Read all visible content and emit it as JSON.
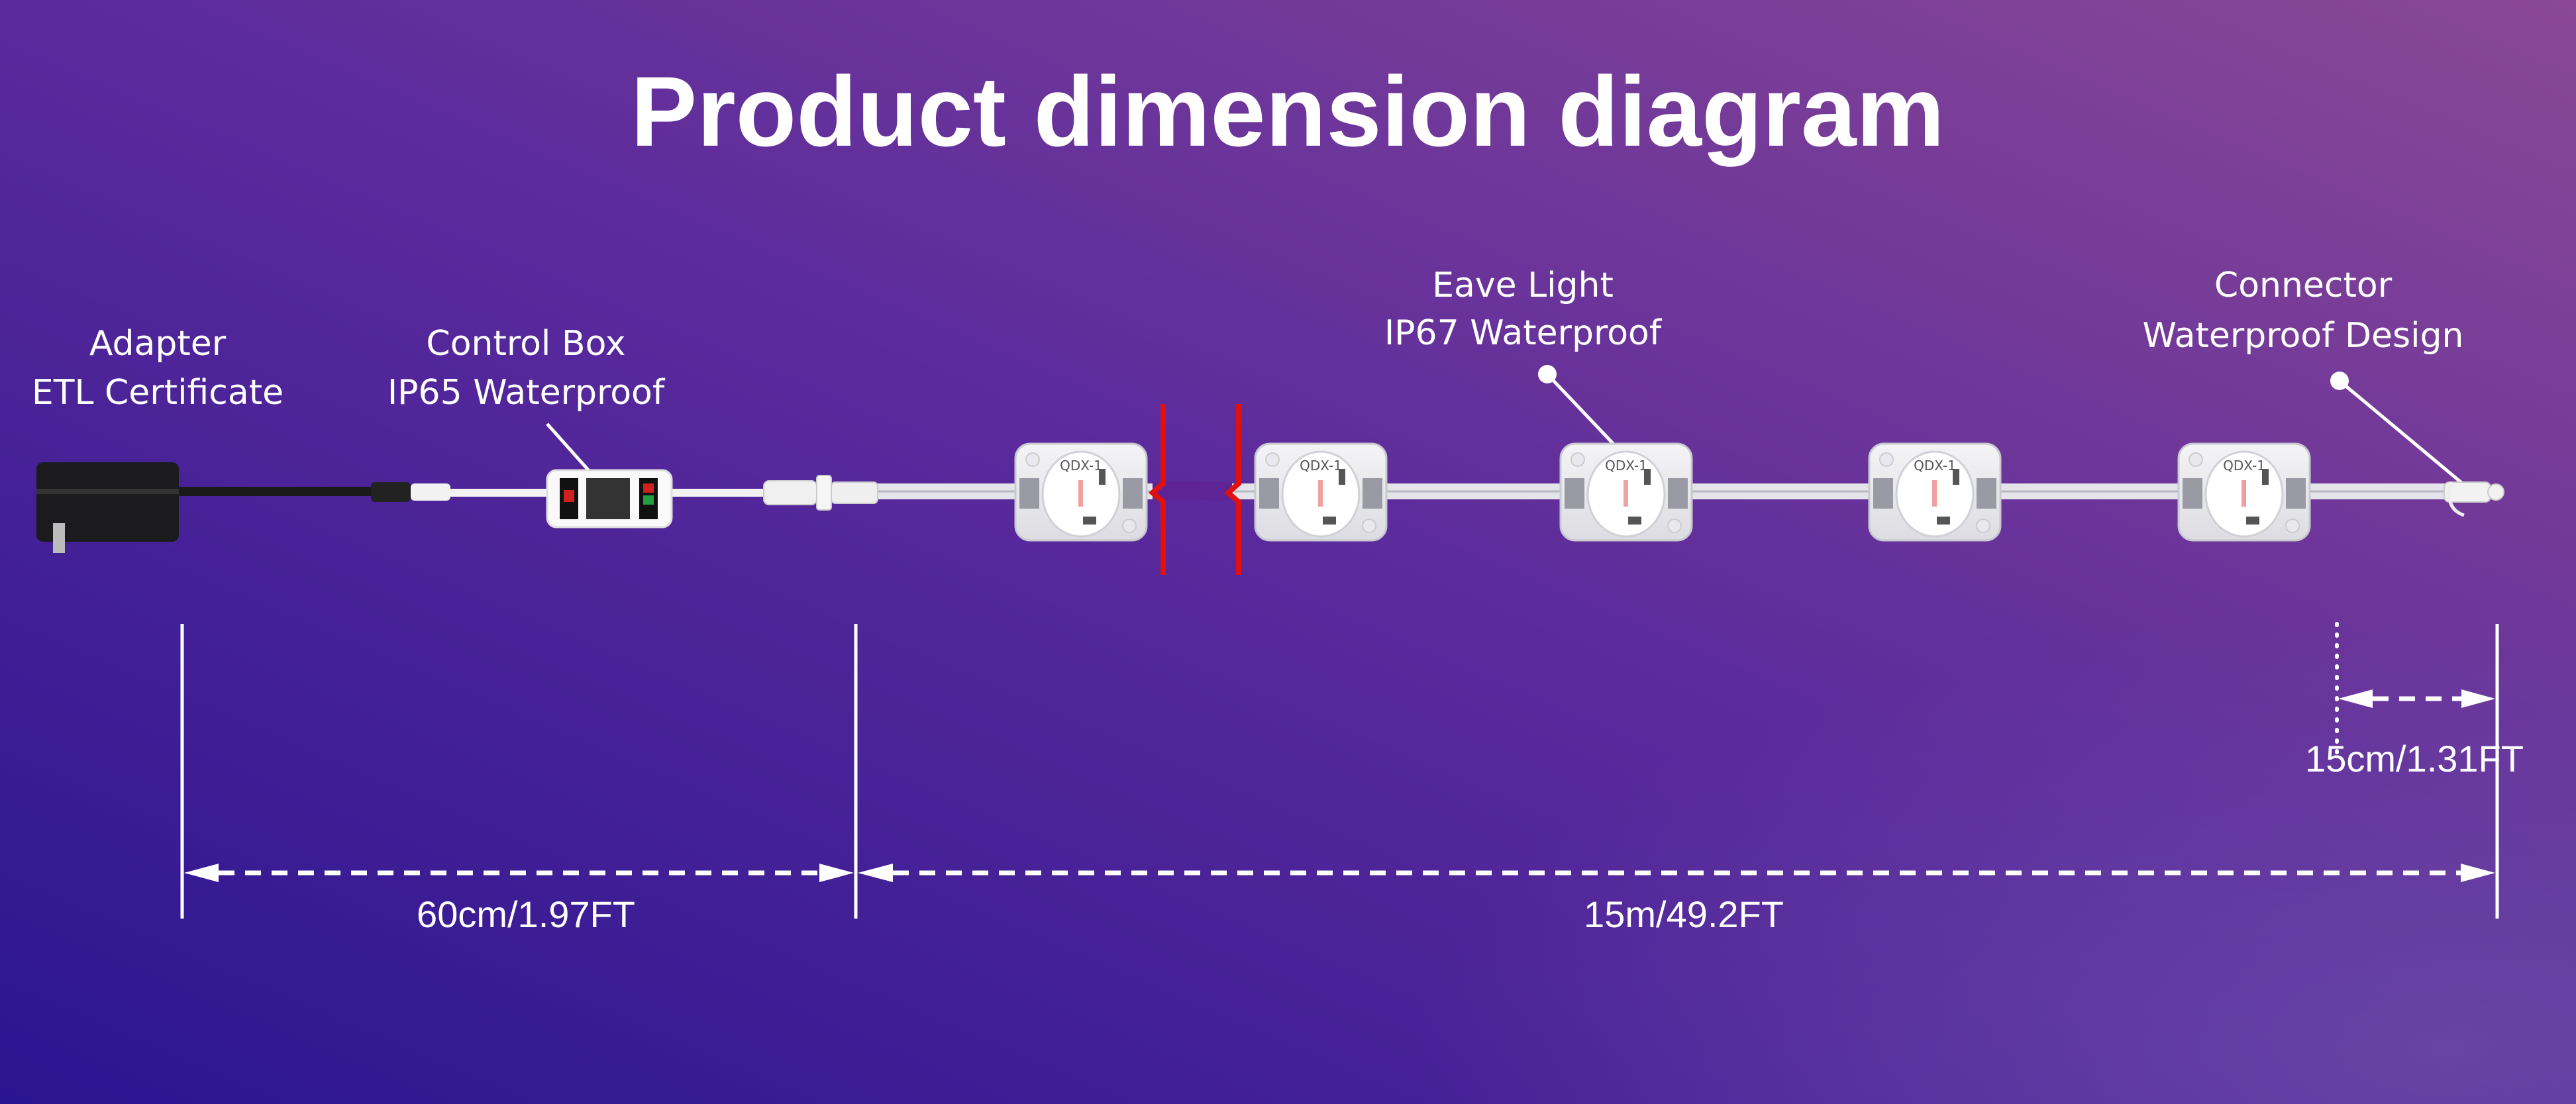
{
  "title": "Product dimension diagram",
  "colors": {
    "bg_top_left": "#4a2a8e",
    "bg_top_right": "#8a4896",
    "bg_bottom_left": "#2a1590",
    "bg_bottom_right": "#6a4aa8",
    "break_marks": "#e01010"
  },
  "callouts": {
    "adapter": {
      "line1": "Adapter",
      "line2": "ETL Certificate"
    },
    "control_box": {
      "line1": "Control Box",
      "line2": "IP65 Waterproof"
    },
    "eave_light": {
      "line1": "Eave Light",
      "line2": "IP67 Waterproof"
    },
    "connector": {
      "line1": "Connector",
      "line2": "Waterproof Design"
    }
  },
  "module_label": "QDX-1",
  "dimensions": {
    "adapter_cable": "60cm/1.97FT",
    "strip_length": "15m/49.2FT",
    "tail_length": "15cm/1.31FT"
  }
}
